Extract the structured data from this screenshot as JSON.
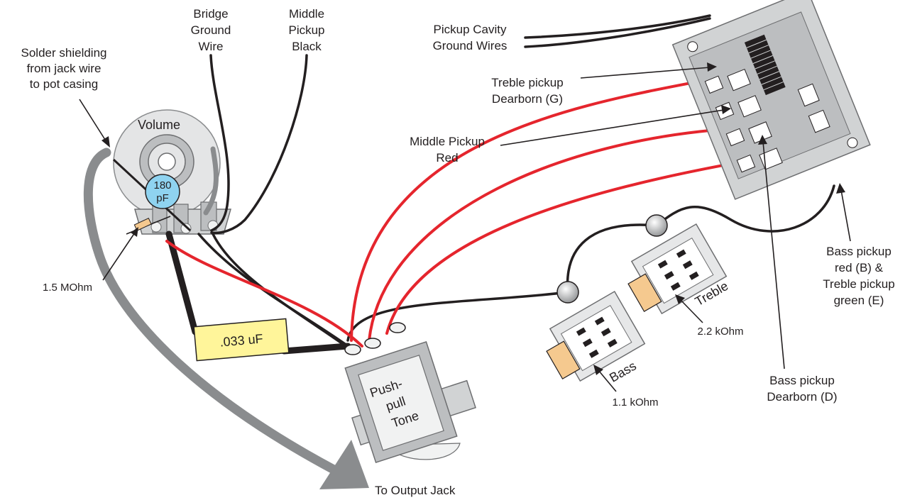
{
  "labels": {
    "solder_shielding": [
      "Solder shielding",
      "from jack wire",
      "to pot casing"
    ],
    "bridge_ground": [
      "Bridge",
      "Ground",
      "Wire"
    ],
    "middle_black": [
      "Middle",
      "Pickup",
      "Black"
    ],
    "cavity_ground": [
      "Pickup Cavity",
      "Ground Wires"
    ],
    "treble_dearborn": [
      "Treble pickup",
      "Dearborn (G)"
    ],
    "middle_red": [
      "Middle Pickup",
      "Red"
    ],
    "bass_red_treble_green": [
      "Bass pickup",
      "red (B) &",
      "Treble pickup",
      "green (E)"
    ],
    "bass_dearborn": [
      "Bass pickup",
      "Dearborn (D)"
    ],
    "resistor_1_5m": "1.5 MOhm",
    "resistor_2_2k": "2.2 kOhm",
    "resistor_1_1k": "1.1 kOhm",
    "output_jack": "To Output Jack"
  },
  "components": {
    "volume": "Volume",
    "cap_180": [
      "180",
      "pF"
    ],
    "cap_033": ".033 uF",
    "tone": [
      "Push-",
      "pull",
      "Tone"
    ],
    "bass_switch": "Bass",
    "treble_switch": "Treble"
  },
  "colors": {
    "red_wire": "#e5252d",
    "black_wire": "#231f20",
    "shield_gray": "#8a8c8e",
    "capacitor_yellow": "#fff59a",
    "small_cap_blue": "#8fd3f0",
    "resistor_tan": "#f5c98f"
  }
}
